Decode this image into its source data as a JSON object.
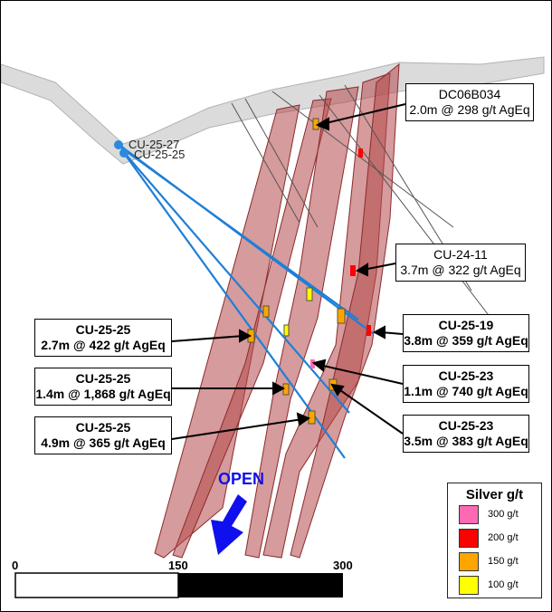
{
  "drillhole_labels": [
    "CU-25-27",
    "CU-25-25"
  ],
  "callouts": [
    {
      "hole": "DC06B034",
      "interval": "2.0m @ 298 g/t AgEq"
    },
    {
      "hole": "CU-24-11",
      "interval": "3.7m @ 322 g/t AgEq"
    },
    {
      "hole": "CU-25-19",
      "interval": "3.8m @ 359 g/t AgEq"
    },
    {
      "hole": "CU-25-23",
      "interval": "1.1m @ 740 g/t AgEq"
    },
    {
      "hole": "CU-25-23",
      "interval": "3.5m @ 383 g/t AgEq"
    },
    {
      "hole": "CU-25-25",
      "interval": "2.7m @ 422 g/t AgEq"
    },
    {
      "hole": "CU-25-25",
      "interval": "1.4m @ 1,868 g/t AgEq"
    },
    {
      "hole": "CU-25-25",
      "interval": "4.9m @ 365 g/t AgEq"
    }
  ],
  "open_label": "OPEN",
  "legend": {
    "title": "Silver g/t",
    "items": [
      {
        "label": "300 g/t",
        "color": "#ff69b4"
      },
      {
        "label": "200 g/t",
        "color": "#ff0000"
      },
      {
        "label": "150 g/t",
        "color": "#ffa500"
      },
      {
        "label": "100 g/t",
        "color": "#ffff00"
      }
    ]
  },
  "scale": {
    "ticks": [
      "0",
      "150",
      "300"
    ]
  }
}
